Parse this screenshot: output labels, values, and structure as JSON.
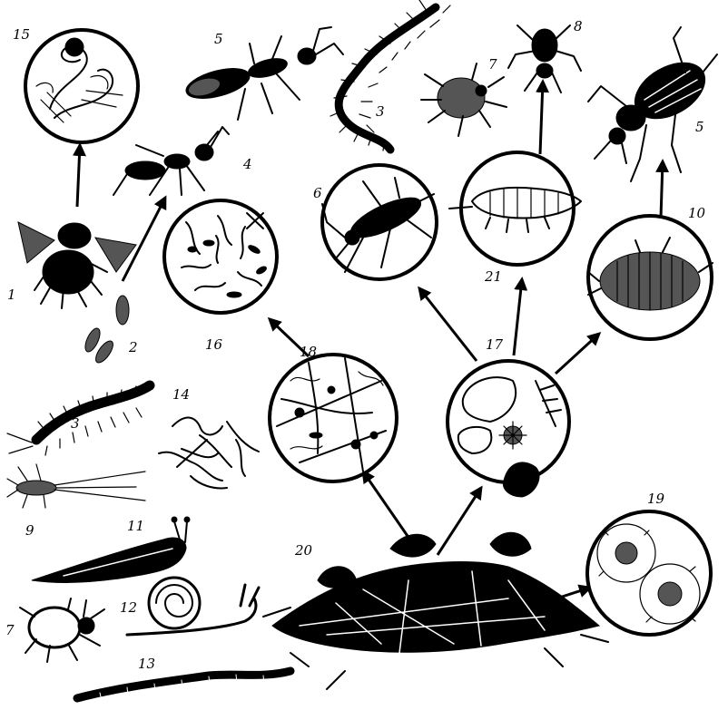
{
  "labels": {
    "n1": "1",
    "n2": "2",
    "n3a": "3",
    "n3b": "3",
    "n4": "4",
    "n5a": "5",
    "n5b": "5",
    "n6": "6",
    "n7a": "7",
    "n7b": "7",
    "n8": "8",
    "n9": "9",
    "n10": "10",
    "n11": "11",
    "n12": "12",
    "n13": "13",
    "n14": "14",
    "n15": "15",
    "n16": "16",
    "n17": "17",
    "n18": "18",
    "n19": "19",
    "n20": "20",
    "n21": "21"
  },
  "colors": {
    "ink": "#000000",
    "paper": "#ffffff"
  }
}
